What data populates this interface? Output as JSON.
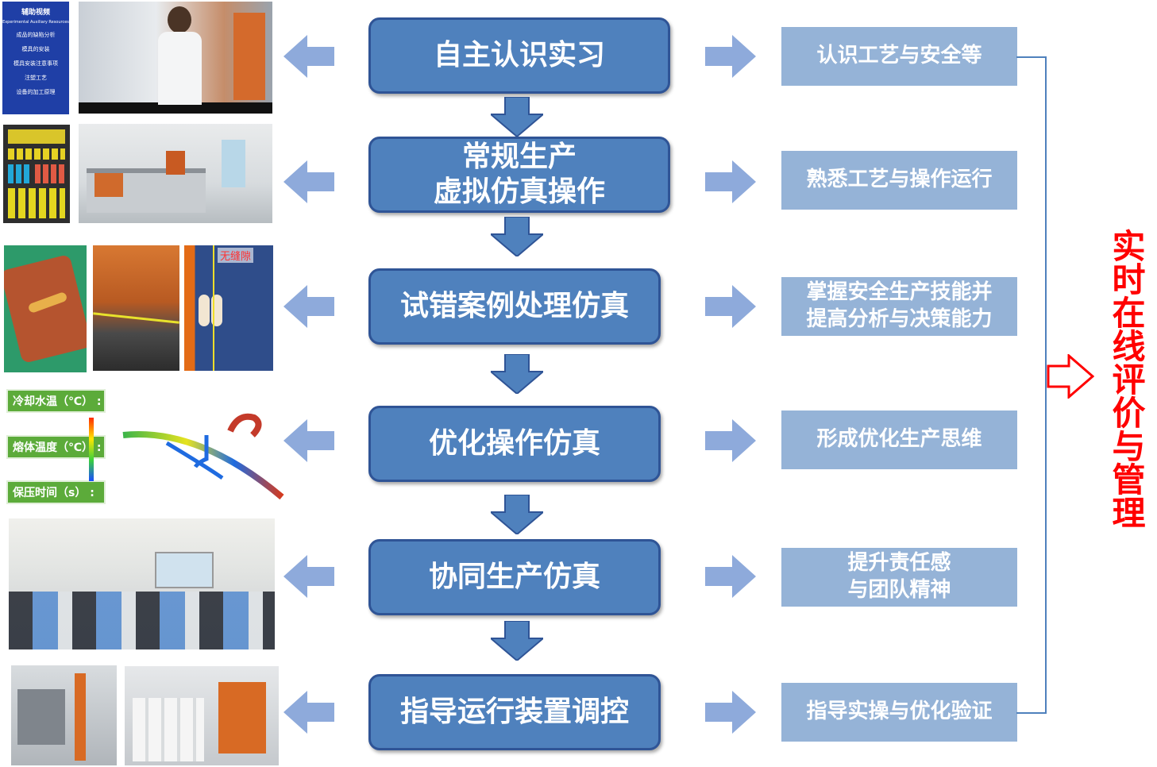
{
  "stages": [
    {
      "lines": [
        "自主认识实习"
      ]
    },
    {
      "lines": [
        "常规生产",
        "虚拟仿真操作"
      ]
    },
    {
      "lines": [
        "试错案例处理仿真"
      ]
    },
    {
      "lines": [
        "优化操作仿真"
      ]
    },
    {
      "lines": [
        "协同生产仿真"
      ]
    },
    {
      "lines": [
        "指导运行装置调控"
      ]
    }
  ],
  "outcomes": [
    {
      "lines": [
        "认识工艺与安全等"
      ]
    },
    {
      "lines": [
        "熟悉工艺与操作运行"
      ]
    },
    {
      "lines": [
        "掌握安全生产技能并",
        "提高分析与决策能力"
      ]
    },
    {
      "lines": [
        "形成优化生产思维"
      ]
    },
    {
      "lines": [
        "提升责任感",
        "与团队精神"
      ]
    },
    {
      "lines": [
        "指导实操与优化验证"
      ]
    }
  ],
  "side_title": "实时在线评价与管理",
  "pictures": {
    "menu_panel": {
      "title": "辅助视频",
      "subtitle": "Experimental Auxiliary Resources",
      "items": [
        "成品的缺陷分析",
        "模具的安装",
        "模具安装注意事项",
        "注塑工艺",
        "设备的加工原理"
      ]
    },
    "defect_label": "无缝隙",
    "params": [
      "冷却水温（℃）  :",
      "熔体温度（℃）  :",
      "保压时间（s）  :"
    ]
  },
  "colors": {
    "stage_fill": "#4f81bd",
    "stage_border": "#2f5496",
    "outcome_fill": "#95b3d7",
    "arrow": "#8eaadb",
    "down_arrow": "#4f81bd",
    "side_title": "#ff0000"
  }
}
